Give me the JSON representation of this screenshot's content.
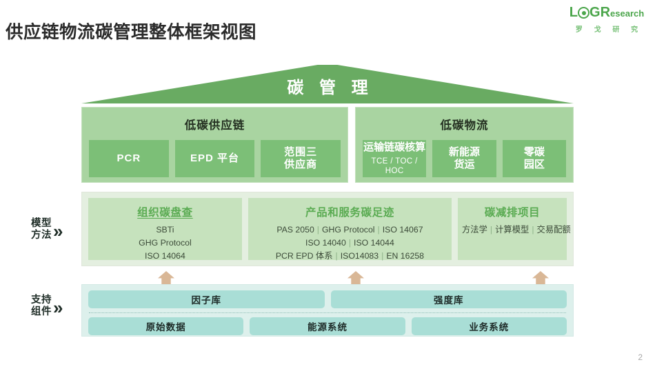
{
  "header": {
    "title": "供应链物流碳管理整体框架视图",
    "brand": {
      "word_pre": "L",
      "word_mid": "G",
      "word_r": "R",
      "word_suffix": "esearch",
      "sub": "罗 戈 研 究"
    }
  },
  "roof": {
    "label": "碳 管 理"
  },
  "pillars": [
    {
      "id": "supply",
      "title": "低碳供应链",
      "cells": [
        {
          "main": "PCR",
          "sub": ""
        },
        {
          "main": "EPD 平台",
          "sub": ""
        },
        {
          "main": "范围三\n供应商",
          "main_line1": "范围三",
          "main_line2": "供应商",
          "sub": ""
        }
      ]
    },
    {
      "id": "logistics",
      "title": "低碳物流",
      "cells": [
        {
          "main": "运输链碳核算",
          "sub": "TCE / TOC / HOC"
        },
        {
          "main_line1": "新能源",
          "main_line2": "货运",
          "sub": ""
        },
        {
          "main_line1": "零碳",
          "main_line2": "园区",
          "sub": ""
        }
      ]
    }
  ],
  "methods": {
    "side_label_line1": "模型",
    "side_label_line2": "方法",
    "chevron": "»",
    "cards": [
      {
        "id": "org",
        "title": "组织碳盘查",
        "lines": [
          [
            "SBTi"
          ],
          [
            "GHG Protocol"
          ],
          [
            "ISO 14064"
          ]
        ]
      },
      {
        "id": "product",
        "title": "产品和服务碳足迹",
        "lines": [
          [
            "PAS 2050",
            "GHG Protocol",
            "ISO 14067"
          ],
          [
            "ISO 14040",
            "ISO 14044"
          ],
          [
            "PCR EPD 体系",
            "ISO14083",
            "EN 16258"
          ]
        ]
      },
      {
        "id": "reduce",
        "title": "碳减排项目",
        "lines": [
          [
            "方法学",
            "计算模型",
            "交易配额"
          ]
        ]
      }
    ]
  },
  "support": {
    "side_label_line1": "支持",
    "side_label_line2": "组件",
    "chevron": "»",
    "top_row": [
      {
        "label": "因子库",
        "flex": 1
      },
      {
        "label": "强度库",
        "flex": 1
      }
    ],
    "bottom_row": [
      {
        "label": "原始数据"
      },
      {
        "label": "能源系统"
      },
      {
        "label": "业务系统"
      }
    ]
  },
  "footer": {
    "page_number": "2"
  },
  "colors": {
    "roof_green": "#69ab62",
    "pillar_green": "#a9d4a1",
    "cell_green": "#7cbf77",
    "methods_band": "#e4efe0",
    "method_card": "#c6e2bd",
    "method_title": "#5aab52",
    "support_band": "#ddf0ec",
    "support_chip": "#a9ded6",
    "arrow_tan": "#d9b796",
    "brand_green": "#4ca64c"
  }
}
